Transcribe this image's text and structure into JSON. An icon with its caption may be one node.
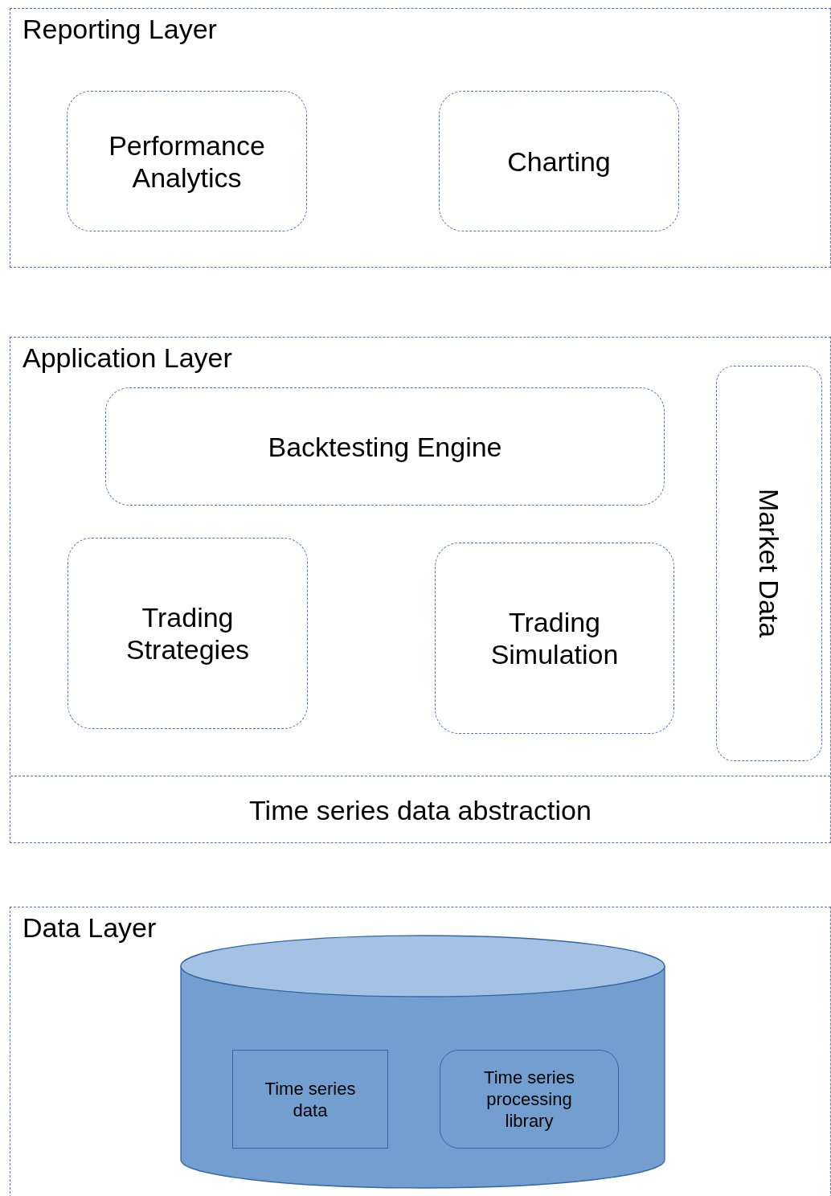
{
  "diagram": {
    "nodes": [
      {
        "text": [
          "Reporting Layer"
        ]
      },
      {
        "text": [
          "Performance Analytics"
        ],
        "in": 0
      },
      {
        "text": [
          "Charting"
        ],
        "in": 0
      },
      {
        "text": [
          "Application Layer"
        ]
      },
      {
        "text": [
          "Backtesting Engine"
        ],
        "in": 3
      },
      {
        "text": [
          "Trading Strategies"
        ],
        "in": 3
      },
      {
        "text": [
          "Trading Simulation"
        ],
        "in": 3
      },
      {
        "text": [
          "Market Data"
        ],
        "in": 3
      },
      {
        "text": [
          "Time series data abstraction"
        ],
        "in": 3
      },
      {
        "text": [
          "Data Layer"
        ]
      },
      {
        "text": [],
        "shape": "cylinder",
        "in": 9
      },
      {
        "text": [
          "Time series data"
        ],
        "in": 10
      },
      {
        "text": [
          "Time series processing library"
        ],
        "in": 10
      }
    ],
    "edges": []
  }
}
